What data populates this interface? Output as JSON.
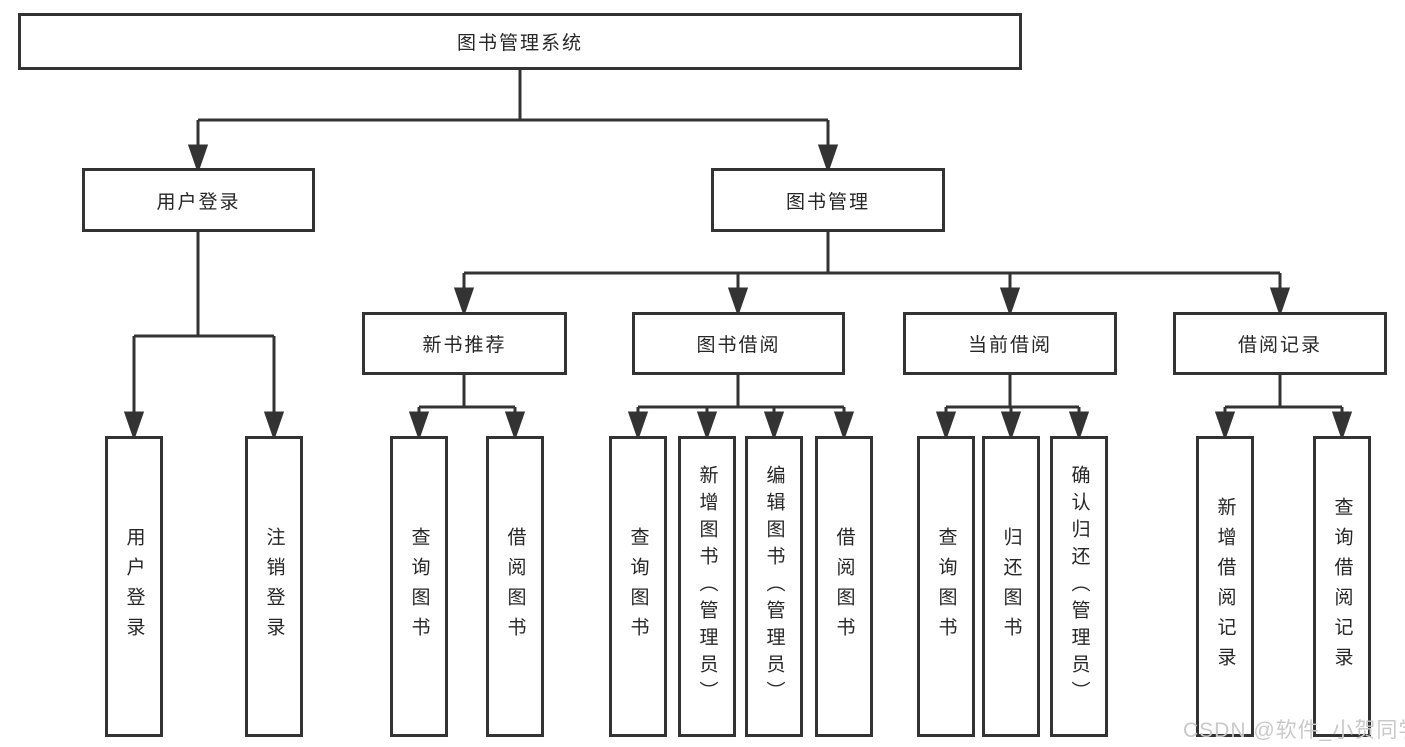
{
  "colors": {
    "line": "#333333",
    "box_border": "#333333",
    "text": "#262626",
    "watermark": "#c9c9c9",
    "background": "#ffffff"
  },
  "watermark": {
    "text": "CSDN @软件_小贺同学"
  },
  "tree": {
    "label": "图书管理系统",
    "children": [
      {
        "label": "用户登录",
        "children": [
          {
            "label": "用户登录"
          },
          {
            "label": "注销登录"
          }
        ]
      },
      {
        "label": "图书管理",
        "children": [
          {
            "label": "新书推荐",
            "children": [
              {
                "label": "查询图书"
              },
              {
                "label": "借阅图书"
              }
            ]
          },
          {
            "label": "图书借阅",
            "children": [
              {
                "label": "查询图书"
              },
              {
                "label": "新增图书（管理员）"
              },
              {
                "label": "编辑图书（管理员）"
              },
              {
                "label": "借阅图书"
              }
            ]
          },
          {
            "label": "当前借阅",
            "children": [
              {
                "label": "查询图书"
              },
              {
                "label": "归还图书"
              },
              {
                "label": "确认归还（管理员）"
              }
            ]
          },
          {
            "label": "借阅记录",
            "children": [
              {
                "label": "新增借阅记录"
              },
              {
                "label": "查询借阅记录"
              }
            ]
          }
        ]
      }
    ]
  }
}
